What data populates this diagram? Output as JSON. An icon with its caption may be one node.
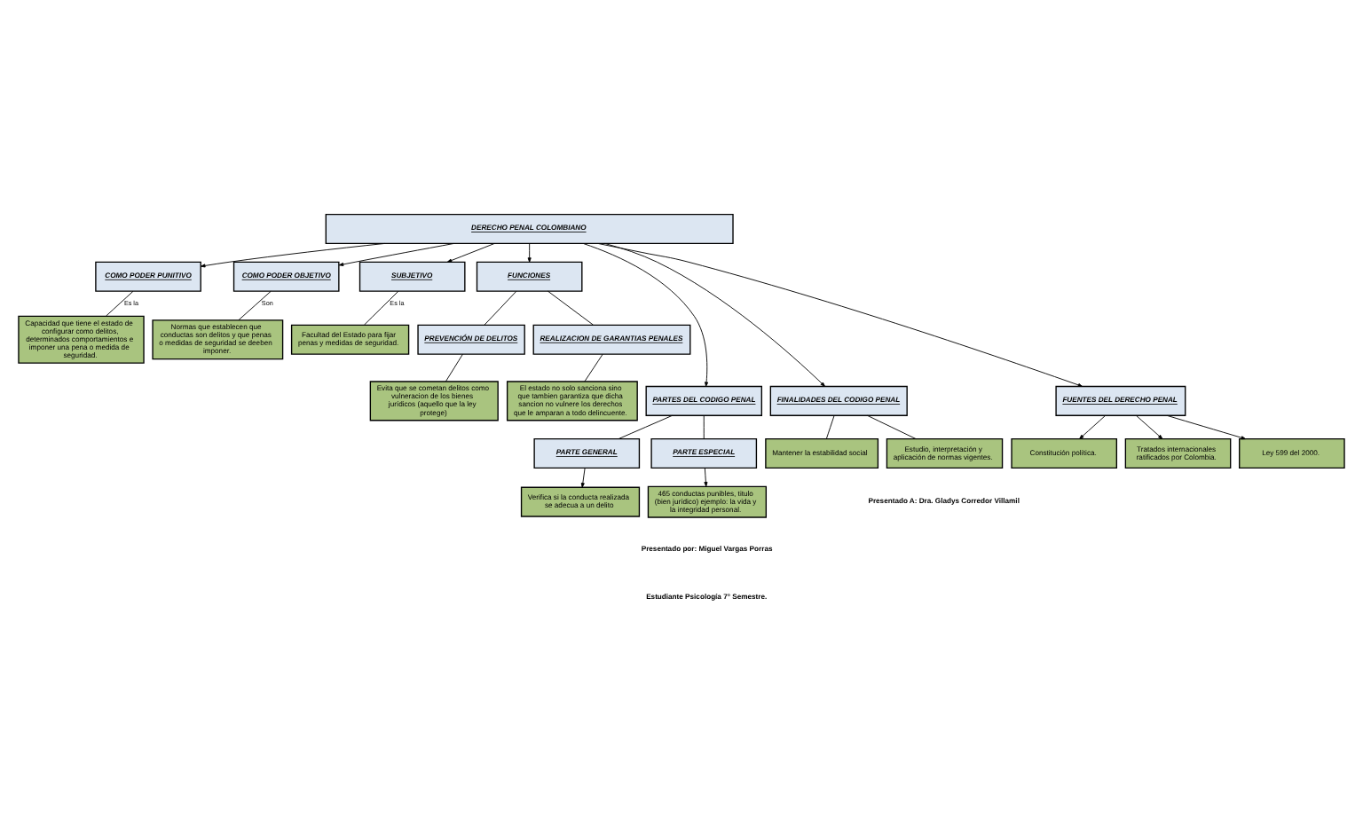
{
  "diagram": {
    "nodes": [
      {
        "text": [
          "DERECHO PENAL COLOMBIANO"
        ]
      },
      {
        "text": [
          "COMO PODER PUNITIVO"
        ]
      },
      {
        "text": [
          "COMO PODER OBJETIVO"
        ]
      },
      {
        "text": [
          "SUBJETIVO"
        ]
      },
      {
        "text": [
          "FUNCIONES"
        ]
      },
      {
        "text": [
          "Capacidad que tiene el estado de configurar como delitos, determinados comportamientos e imponer una pena o medida de seguridad."
        ]
      },
      {
        "text": [
          "Normas que establecen que conductas son delitos y que penas o medidas de seguridad se deeben imponer."
        ]
      },
      {
        "text": [
          "Facultad del Estado para fijar penas y medidas de seguridad."
        ]
      },
      {
        "text": [
          "PREVENCIÓN DE DELITOS"
        ]
      },
      {
        "text": [
          "REALIZACION DE GARANTIAS PENALES"
        ]
      },
      {
        "text": [
          "Evita que se cometan delitos como vulneracion de los bienes jurídicos (aquello que la ley protege)"
        ]
      },
      {
        "text": [
          "El estado no solo sanciona sino que tambien garantiza que dicha sancion no vulnere los derechos que le amparan a todo delincuente."
        ]
      },
      {
        "text": [
          "PARTES DEL CODIGO PENAL"
        ]
      },
      {
        "text": [
          "PARTE GENERAL"
        ]
      },
      {
        "text": [
          "PARTE ESPECIAL"
        ]
      },
      {
        "text": [
          "FINALIDADES DEL CODIGO PENAL"
        ]
      },
      {
        "text": [
          "FUENTES DEL DERECHO PENAL"
        ]
      },
      {
        "text": [
          "Verifica si la conducta realizada se adecua a un delito"
        ]
      },
      {
        "text": [
          "465 conductas punibles, titulo (bien jurídico) ejemplo: la vida y la integridad personal."
        ]
      },
      {
        "text": [
          "Mantener la estabilidad social"
        ]
      },
      {
        "text": [
          "Estudio, interpretación y aplicación de normas vigentes."
        ]
      },
      {
        "text": [
          "Constitución política."
        ]
      },
      {
        "text": [
          "Tratados internacionales ratificados por Colombia."
        ]
      },
      {
        "text": [
          "Ley 599 del 2000."
        ]
      }
    ],
    "edges": [
      {
        "from": 0,
        "to": 1,
        "arrow": "to"
      },
      {
        "from": 0,
        "to": 2,
        "arrow": "to"
      },
      {
        "from": 0,
        "to": 3,
        "arrow": "to"
      },
      {
        "from": 0,
        "to": 4,
        "arrow": "to"
      },
      {
        "from": 0,
        "to": 12,
        "arrow": "to"
      },
      {
        "from": 0,
        "to": 15,
        "arrow": "to"
      },
      {
        "from": 0,
        "to": 16,
        "arrow": "to"
      },
      {
        "from": 1,
        "to": 5,
        "arrow": "none",
        "label": "Es la"
      },
      {
        "from": 2,
        "to": 6,
        "arrow": "none",
        "label": "Son"
      },
      {
        "from": 3,
        "to": 7,
        "arrow": "none",
        "label": "Es la"
      },
      {
        "from": 4,
        "to": 8,
        "arrow": "none"
      },
      {
        "from": 4,
        "to": 9,
        "arrow": "none"
      },
      {
        "from": 8,
        "to": 10,
        "arrow": "none"
      },
      {
        "from": 9,
        "to": 11,
        "arrow": "none"
      },
      {
        "from": 12,
        "to": 13,
        "arrow": "none"
      },
      {
        "from": 12,
        "to": 14,
        "arrow": "none"
      },
      {
        "from": 13,
        "to": 17,
        "arrow": "to"
      },
      {
        "from": 14,
        "to": 18,
        "arrow": "to"
      },
      {
        "from": 15,
        "to": 19,
        "arrow": "none"
      },
      {
        "from": 15,
        "to": 20,
        "arrow": "none"
      },
      {
        "from": 16,
        "to": 21,
        "arrow": "to"
      },
      {
        "from": 16,
        "to": 22,
        "arrow": "to"
      },
      {
        "from": 16,
        "to": 23,
        "arrow": "to"
      }
    ],
    "labels": [
      "Presentado por: Miguel Vargas Porras",
      "Presentado A: Dra. Gladys Corredor Villamil",
      "Estudiante Psicología 7° Semestre."
    ]
  }
}
